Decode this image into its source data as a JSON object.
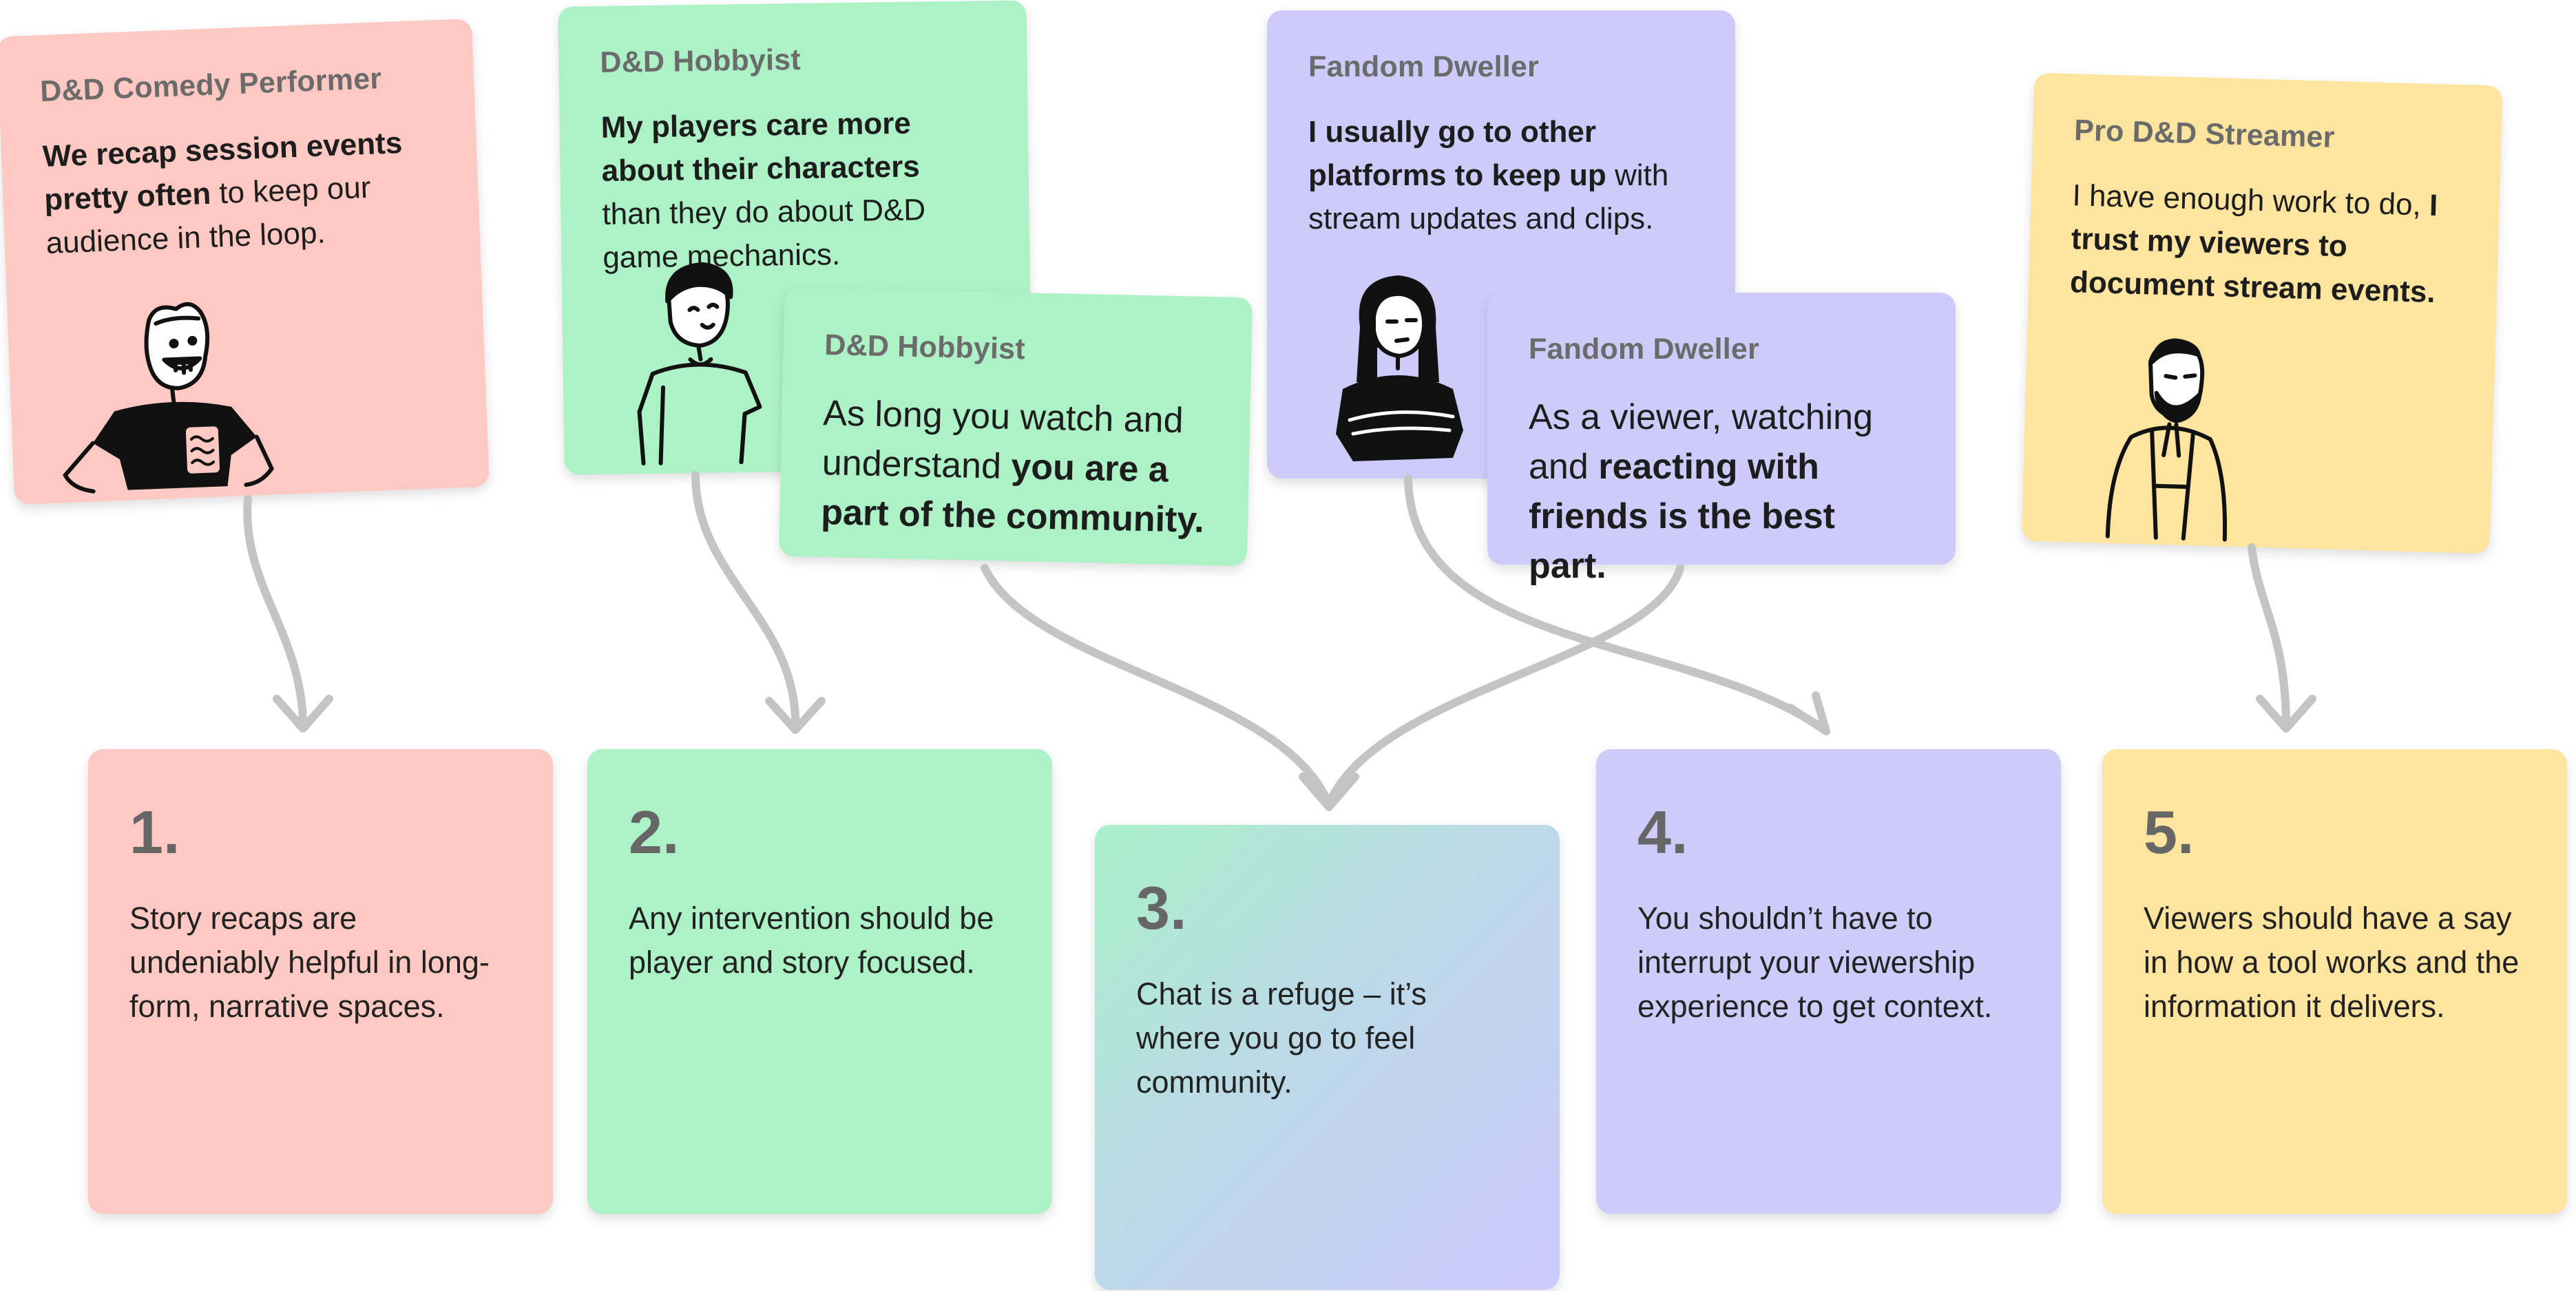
{
  "quote_cards": [
    {
      "id": "comedy",
      "persona": "D&D Comedy Performer",
      "color": "#fec9c3",
      "parts": [
        {
          "t": "We recap session events pretty often",
          "b": true
        },
        {
          "t": " to keep our audience in the loop.",
          "b": false
        }
      ]
    },
    {
      "id": "hobbyist-a",
      "persona": "D&D Hobbyist",
      "color": "#adf2c7",
      "parts": [
        {
          "t": "My players care more about their characters",
          "b": true
        },
        {
          "t": " than they do about D&D game mechanics.",
          "b": false
        }
      ]
    },
    {
      "id": "hobbyist-b",
      "persona": "D&D Hobbyist",
      "color": "#adf2c7",
      "parts": [
        {
          "t": "As long you watch and understand ",
          "b": false
        },
        {
          "t": "you are a part of the community.",
          "b": true
        }
      ]
    },
    {
      "id": "fandom-a",
      "persona": "Fandom Dweller",
      "color": "#cecbfb",
      "parts": [
        {
          "t": "I usually go to other platforms to keep up",
          "b": true
        },
        {
          "t": " with stream updates and clips.",
          "b": false
        }
      ]
    },
    {
      "id": "fandom-b",
      "persona": "Fandom Dweller",
      "color": "#cecbfb",
      "parts": [
        {
          "t": "As a viewer, watching and ",
          "b": false
        },
        {
          "t": "reacting with friends is the best part.",
          "b": true
        }
      ]
    },
    {
      "id": "streamer",
      "persona": "Pro D&D Streamer",
      "color": "#fee59f",
      "parts": [
        {
          "t": "I have enough work to do, ",
          "b": false
        },
        {
          "t": "I trust my viewers to document stream events.",
          "b": true
        }
      ]
    }
  ],
  "insights": [
    {
      "number": "1.",
      "text": "Story recaps are undeniably helpful in long-form, narrative spaces.",
      "color": "#fec9c3"
    },
    {
      "number": "2.",
      "text": "Any intervention should be player and story focused.",
      "color": "#adf2c7"
    },
    {
      "number": "3.",
      "text": "Chat is a refuge – it’s where you go to feel community.",
      "color": "gradient green-blue-purple"
    },
    {
      "number": "4.",
      "text": "You shouldn’t have to interrupt your viewership experience to get context.",
      "color": "#cecbfb"
    },
    {
      "number": "5.",
      "text": "Viewers should have a say in how a tool works and the information it delivers.",
      "color": "#fee59f"
    }
  ],
  "connections": [
    {
      "from": "D&D Comedy Performer",
      "to": "1."
    },
    {
      "from": "D&D Hobbyist",
      "to": "2."
    },
    {
      "from": "D&D Hobbyist",
      "to": "3."
    },
    {
      "from": "Fandom Dweller",
      "to": "3."
    },
    {
      "from": "Fandom Dweller",
      "to": "4."
    },
    {
      "from": "Pro D&D Streamer",
      "to": "5."
    }
  ],
  "icons": {
    "comedy": "laughing-man-figure-icon",
    "hobbyist": "boy-thinking-figure-icon",
    "fandom": "girl-arms-crossed-figure-icon",
    "streamer": "bearded-man-hoodie-figure-icon"
  },
  "arrow_color": "#c4c4c4"
}
